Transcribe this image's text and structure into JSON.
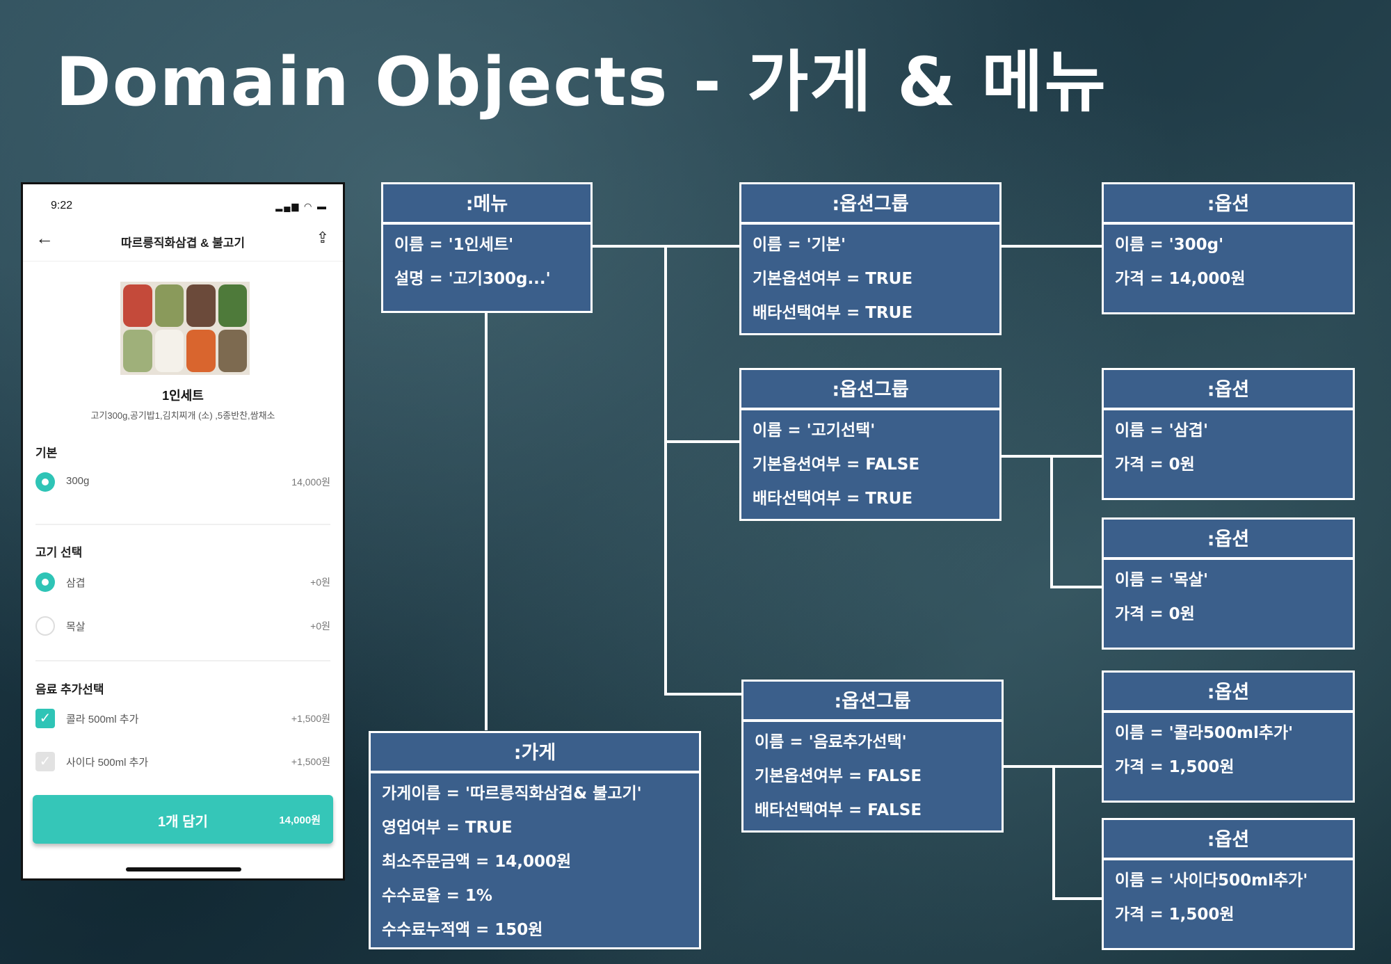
{
  "slide": {
    "title": "Domain Objects - 가게 & 메뉴"
  },
  "phone": {
    "time": "9:22",
    "signal": "▂▄▆ ◠ ▬",
    "back_icon": "←",
    "share_icon": "⇪",
    "store_title": "따르릉직화삼겹 & 불고기",
    "menu_name": "1인세트",
    "menu_desc": "고기300g,공기밥1,김치찌개 (소) ,5종반찬,쌈채소",
    "sections": [
      {
        "title": "기본",
        "options": [
          {
            "label": "300g",
            "price": "14,000원",
            "state": "selected"
          }
        ]
      },
      {
        "title": "고기 선택",
        "options": [
          {
            "label": "삼겹",
            "price": "+0원",
            "state": "selected"
          },
          {
            "label": "목살",
            "price": "+0원",
            "state": "unselected"
          }
        ]
      },
      {
        "title": "음료 추가선택",
        "options": [
          {
            "label": "콜라 500ml 추가",
            "price": "+1,500원",
            "state": "checked"
          },
          {
            "label": "사이다 500ml 추가",
            "price": "+1,500원",
            "state": "unchecked"
          }
        ]
      }
    ],
    "cart_button": {
      "label": "1개 담기",
      "price": "14,000원"
    }
  },
  "diagram": {
    "menu": {
      "header": ":메뉴",
      "attrs": [
        "이름 = '1인세트'",
        "설명 = '고기300g...'"
      ]
    },
    "store": {
      "header": ":가게",
      "attrs": [
        "가게이름 = '따르릉직화삼겹& 불고기'",
        "영업여부 = TRUE",
        "최소주문금액 = 14,000원",
        "수수료율 = 1%",
        "수수료누적액 = 150원"
      ]
    },
    "option_groups": [
      {
        "header": ":옵션그룹",
        "attrs": [
          "이름 = '기본'",
          "기본옵션여부 = TRUE",
          "배타선택여부 = TRUE"
        ]
      },
      {
        "header": ":옵션그룹",
        "attrs": [
          "이름 = '고기선택'",
          "기본옵션여부 = FALSE",
          "배타선택여부 = TRUE"
        ]
      },
      {
        "header": ":옵션그룹",
        "attrs": [
          "이름 = '음료추가선택'",
          "기본옵션여부 = FALSE",
          "배타선택여부 = FALSE"
        ]
      }
    ],
    "options": [
      {
        "header": ":옵션",
        "attrs": [
          "이름 = '300g'",
          "가격 = 14,000원"
        ]
      },
      {
        "header": ":옵션",
        "attrs": [
          "이름 = '삼겹'",
          "가격 = 0원"
        ]
      },
      {
        "header": ":옵션",
        "attrs": [
          "이름 = '목살'",
          "가격 = 0원"
        ]
      },
      {
        "header": ":옵션",
        "attrs": [
          "이름 = '콜라500ml추가'",
          "가격 = 1,500원"
        ]
      },
      {
        "header": ":옵션",
        "attrs": [
          "이름 = '사이다500ml추가'",
          "가격 = 1,500원"
        ]
      }
    ]
  }
}
